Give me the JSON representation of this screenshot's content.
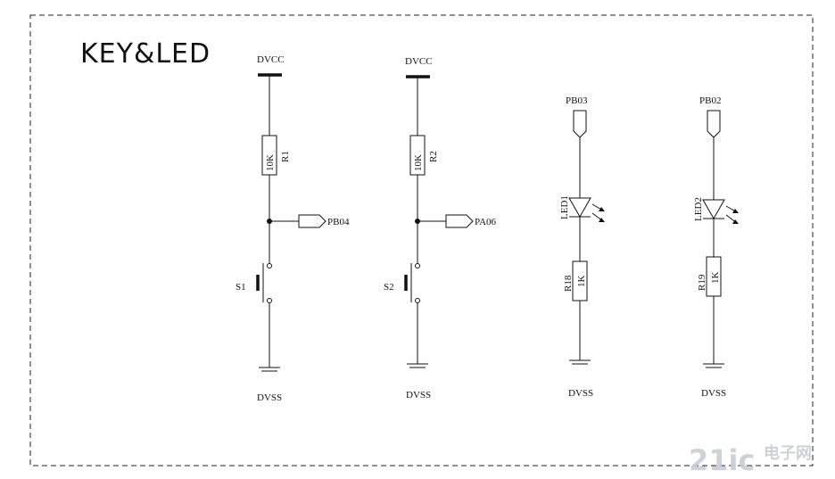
{
  "title": "KEY&LED",
  "circuit1": {
    "supply": "DVCC",
    "resistor_value": "10K",
    "resistor_ref": "R1",
    "port": "PB04",
    "switch_ref": "S1",
    "ground": "DVSS"
  },
  "circuit2": {
    "supply": "DVCC",
    "resistor_value": "10K",
    "resistor_ref": "R2",
    "port": "PA06",
    "switch_ref": "S2",
    "ground": "DVSS"
  },
  "circuit3": {
    "port": "PB03",
    "led_ref": "LED1",
    "resistor_ref": "R18",
    "resistor_value": "1K",
    "ground": "DVSS"
  },
  "circuit4": {
    "port": "PB02",
    "led_ref": "LED2",
    "resistor_ref": "R19",
    "resistor_value": "1K",
    "ground": "DVSS"
  },
  "watermark": {
    "brand": "21ic",
    "subtitle": "电子网"
  }
}
